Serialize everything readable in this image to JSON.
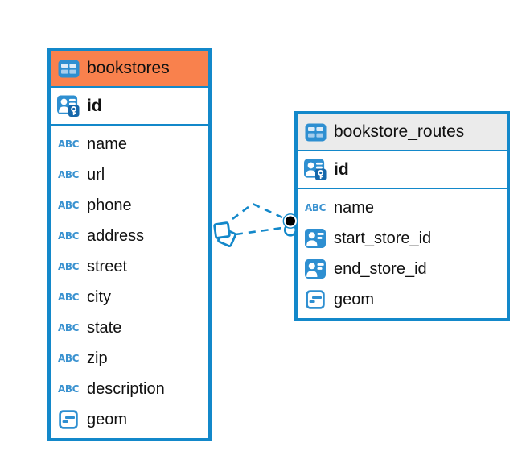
{
  "diagram": {
    "kind": "entity-relationship-diagram",
    "colors": {
      "accent_blue": "#1388ca",
      "table_header_highlight": "#f9814d",
      "table_header_default": "#ebebeb",
      "icon_blue": "#2e8fd1",
      "key_badge_blue": "#1668ab",
      "text": "#111111"
    },
    "icons": {
      "text_type_label": "ABC",
      "table_icon": "table-grid",
      "primary_key_icon": "person-with-key",
      "foreign_key_icon": "person-card",
      "geometry_icon": "square-with-lines"
    }
  },
  "tables": [
    {
      "title": "bookstores",
      "header_style": "orange",
      "columns": [
        {
          "name": "id",
          "type": "primary-key"
        },
        {
          "name": "name",
          "type": "text"
        },
        {
          "name": "url",
          "type": "text"
        },
        {
          "name": "phone",
          "type": "text"
        },
        {
          "name": "address",
          "type": "text"
        },
        {
          "name": "street",
          "type": "text"
        },
        {
          "name": "city",
          "type": "text"
        },
        {
          "name": "state",
          "type": "text"
        },
        {
          "name": "zip",
          "type": "text"
        },
        {
          "name": "description",
          "type": "text"
        },
        {
          "name": "geom",
          "type": "geometry"
        }
      ]
    },
    {
      "title": "bookstore_routes",
      "header_style": "gray",
      "columns": [
        {
          "name": "id",
          "type": "primary-key"
        },
        {
          "name": "name",
          "type": "text"
        },
        {
          "name": "start_store_id",
          "type": "foreign-key"
        },
        {
          "name": "end_store_id",
          "type": "foreign-key"
        },
        {
          "name": "geom",
          "type": "geometry"
        }
      ]
    }
  ],
  "relationships": [
    {
      "from_table": "bookstores",
      "from_column": "id",
      "to_table": "bookstore_routes",
      "to_column": "start_store_id",
      "line_style": "dashed"
    },
    {
      "from_table": "bookstores",
      "from_column": "id",
      "to_table": "bookstore_routes",
      "to_column": "end_store_id",
      "line_style": "dashed"
    }
  ]
}
